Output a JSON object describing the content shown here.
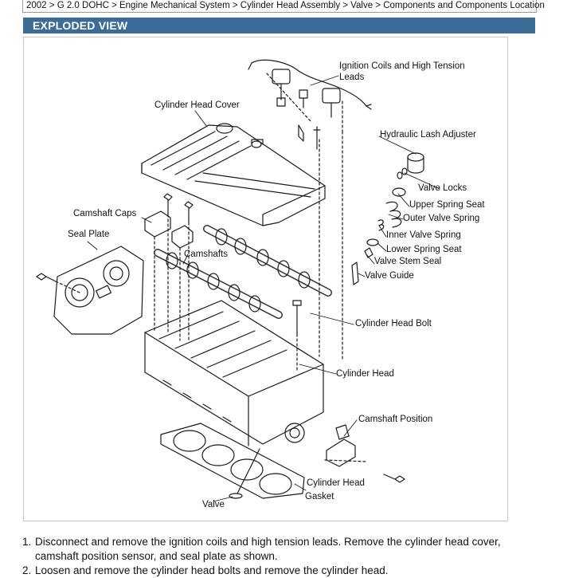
{
  "breadcrumb": "2002 > G 2.0 DOHC > Engine Mechanical System > Cylinder Head Assembly > Valve > Components and Components Location",
  "section_title": "EXPLODED VIEW",
  "labels": {
    "ignition_coils_1": "Ignition Coils and High Tension",
    "ignition_coils_2": "Leads",
    "cylinder_head_cover": "Cylinder Head Cover",
    "hydraulic_lash_adjuster": "Hydraulic Lash Adjuster",
    "valve_locks": "Valve Locks",
    "upper_spring_seat": "Upper Spring Seat",
    "outer_valve_spring": "Outer Valve Spring",
    "camshaft_caps": "Camshaft Caps",
    "seal_plate": "Seal Plate",
    "inner_valve_spring": "Inner Valve Spring",
    "lower_spring_seat": "Lower Spring Seat",
    "camshafts": "Camshafts",
    "valve_stem_seal": "Valve Stem Seal",
    "valve_guide": "Valve Guide",
    "cylinder_head_bolt": "Cylinder Head Bolt",
    "cylinder_head": "Cylinder Head",
    "camshaft_position": "Camshaft Position",
    "cylinder_head_gasket_1": "Cylinder Head",
    "cylinder_head_gasket_2": "Gasket",
    "valve": "Valve"
  },
  "steps": [
    {
      "num": "1.",
      "text": "Disconnect and remove the ignition coils and high tension leads. Remove the cylinder head cover, camshaft position sensor, and seal plate as shown."
    },
    {
      "num": "2.",
      "text": "Loosen and remove the cylinder head bolts and remove the cylinder head."
    }
  ]
}
